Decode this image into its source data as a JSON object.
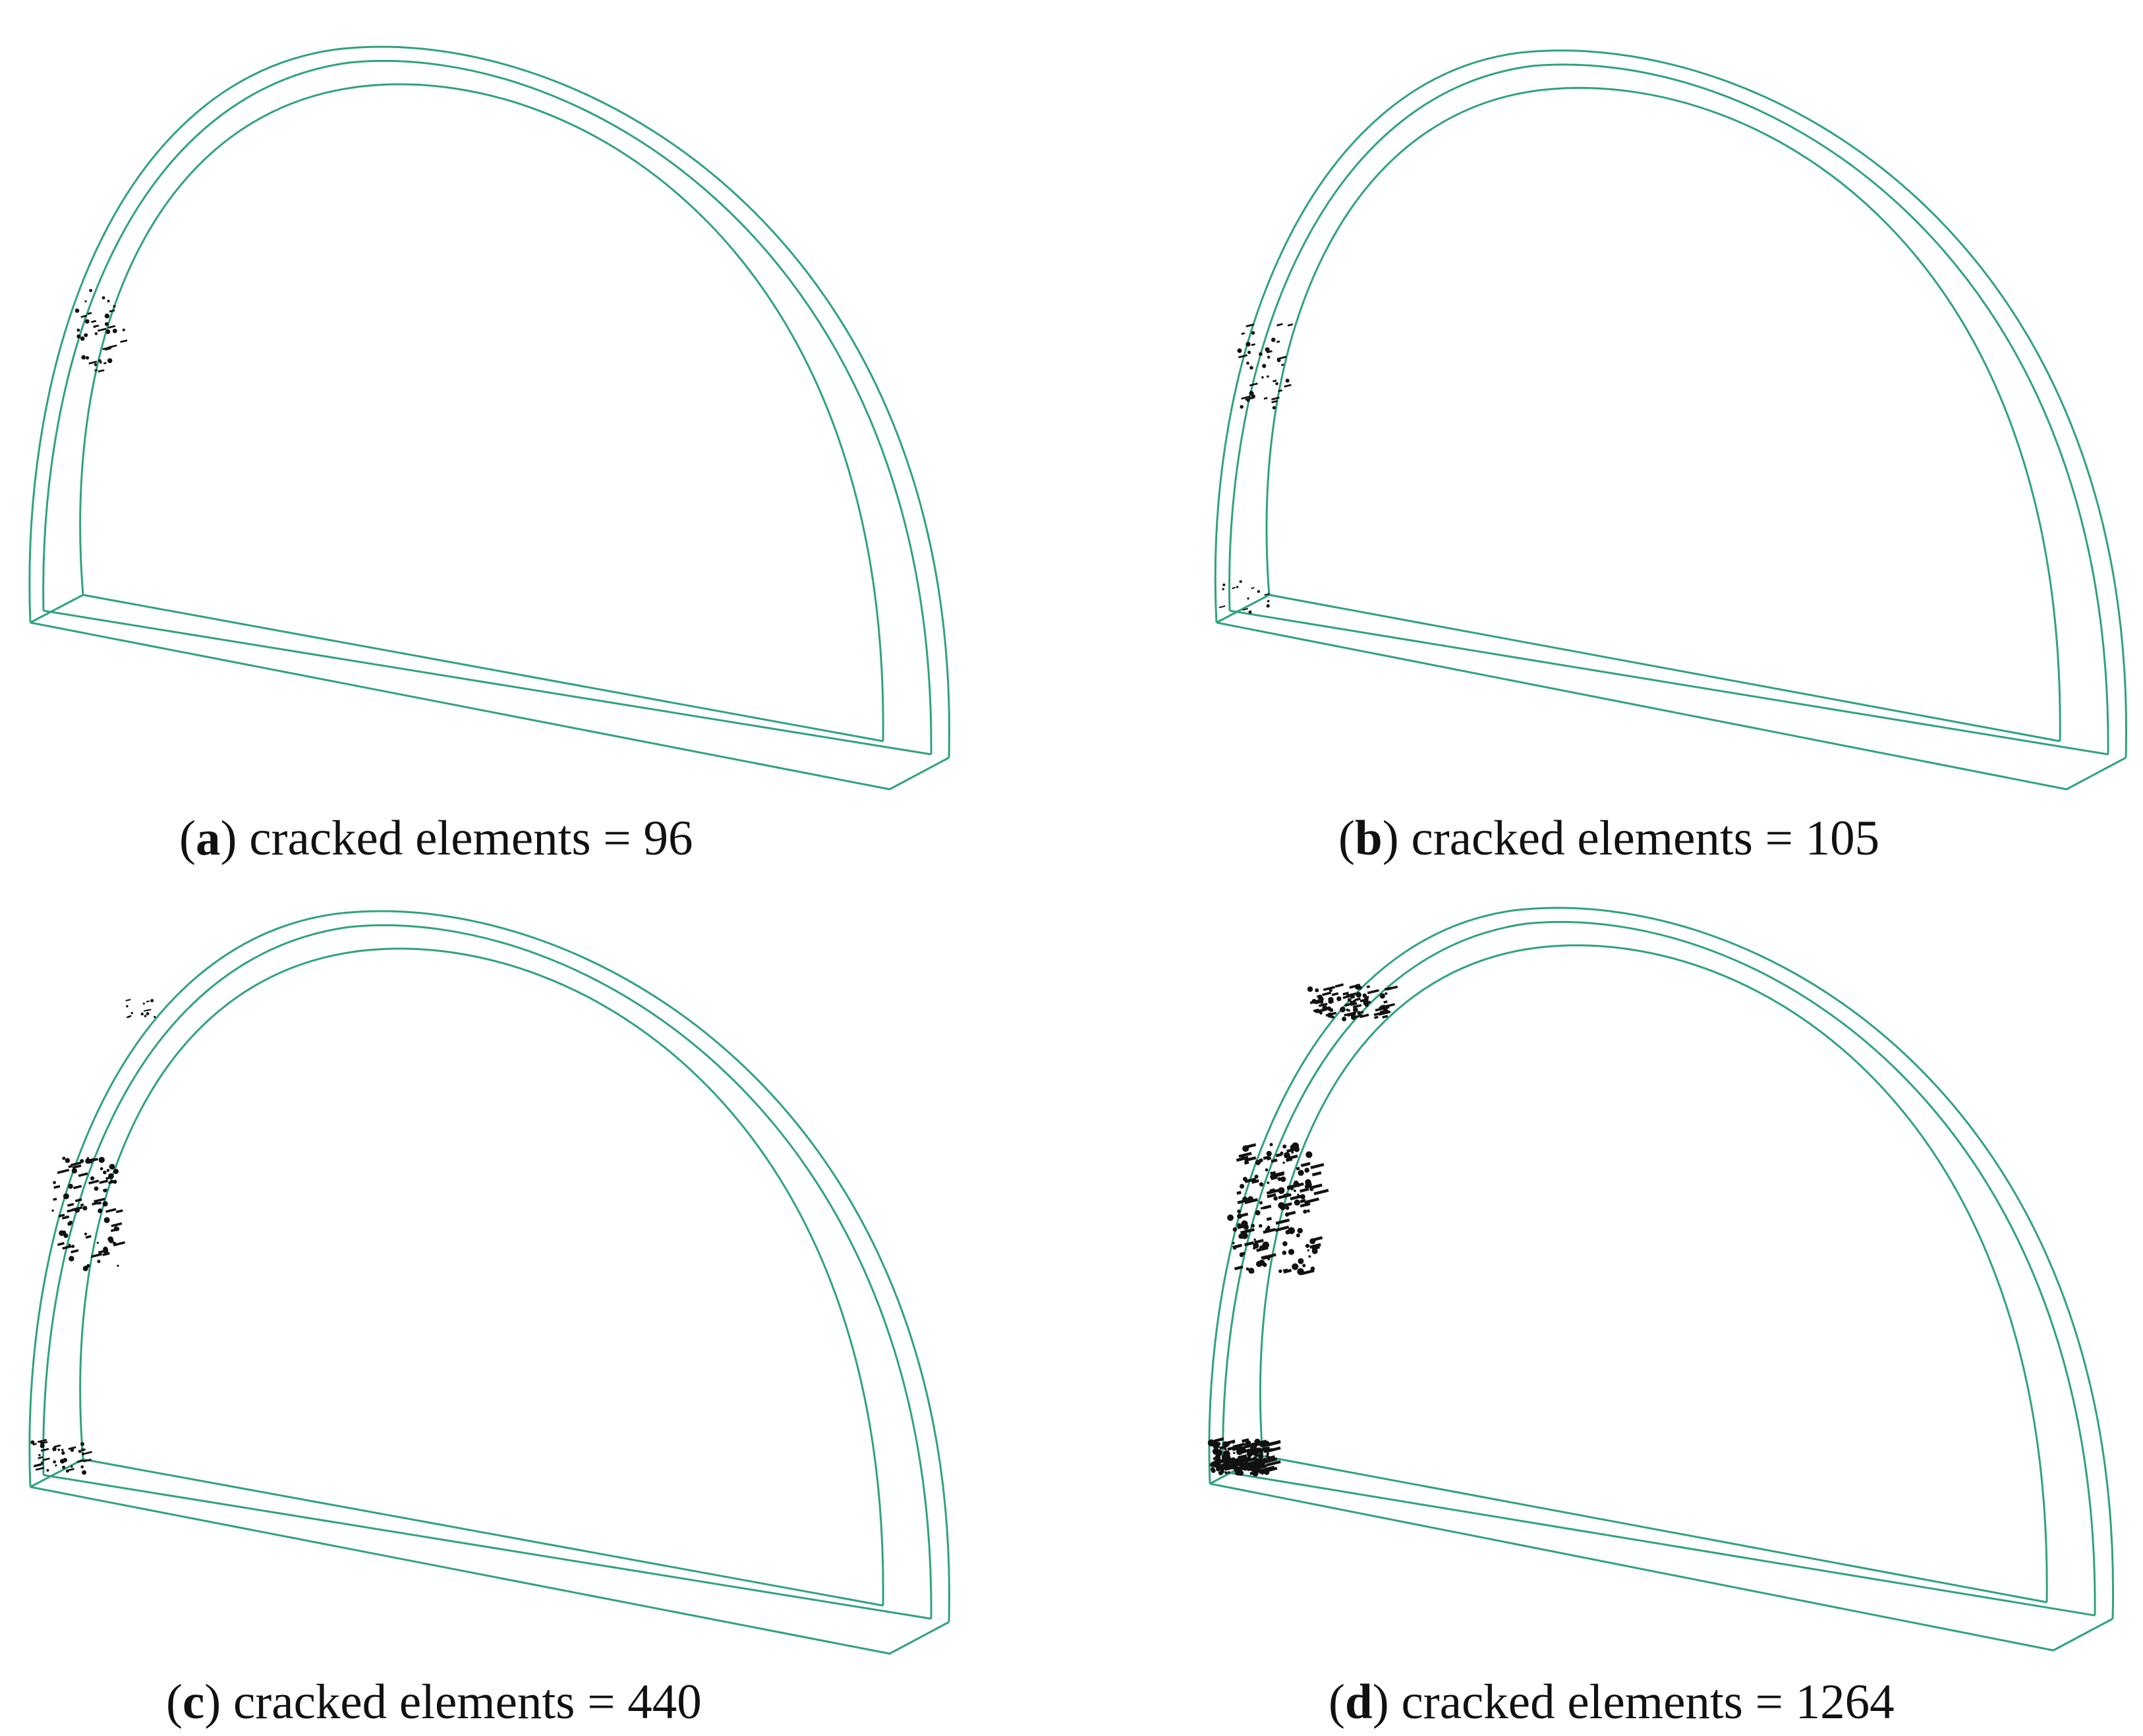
{
  "colors": {
    "outline": "#2fa37e",
    "cracks": "#111111",
    "background": "#ffffff"
  },
  "panels": [
    {
      "id": "a",
      "label": "a",
      "caption": "cracked elements = 96"
    },
    {
      "id": "b",
      "label": "b",
      "caption": "cracked elements = 105"
    },
    {
      "id": "c",
      "label": "c",
      "caption": "cracked elements = 440"
    },
    {
      "id": "d",
      "label": "d",
      "caption": "cracked elements = 1264"
    }
  ]
}
